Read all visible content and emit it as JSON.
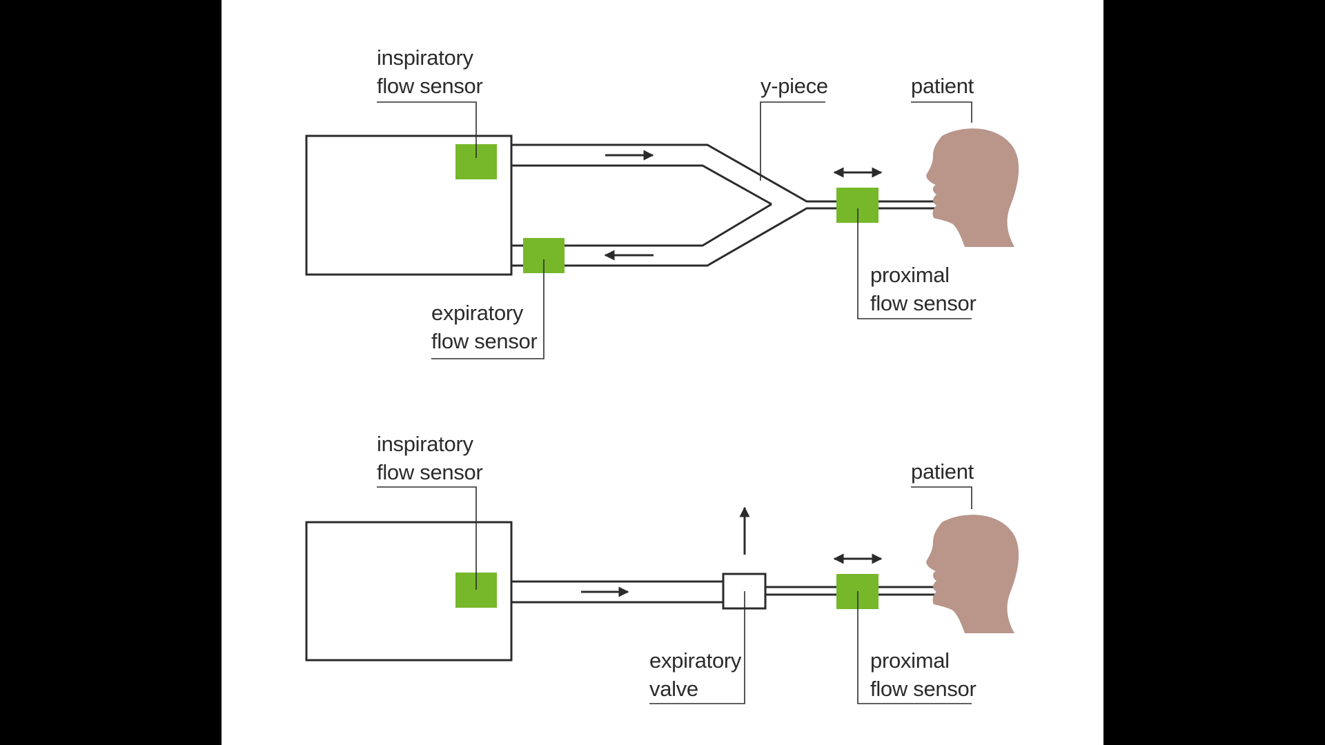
{
  "diagram": {
    "top": {
      "labels": {
        "inspiratory_line1": "inspiratory",
        "inspiratory_line2": "flow sensor",
        "expiratory_line1": "expiratory",
        "expiratory_line2": "flow sensor",
        "ypiece": "y-piece",
        "patient": "patient",
        "proximal_line1": "proximal",
        "proximal_line2": "flow sensor"
      }
    },
    "bottom": {
      "labels": {
        "inspiratory_line1": "inspiratory",
        "inspiratory_line2": "flow sensor",
        "valve_line1": "expiratory",
        "valve_line2": "valve",
        "patient": "patient",
        "proximal_line1": "proximal",
        "proximal_line2": "flow sensor"
      }
    },
    "colors": {
      "sensor": "#76b82a",
      "head": "#b9958a",
      "line": "#2b2b2b",
      "background": "#ffffff",
      "letterbox": "#000000"
    }
  }
}
